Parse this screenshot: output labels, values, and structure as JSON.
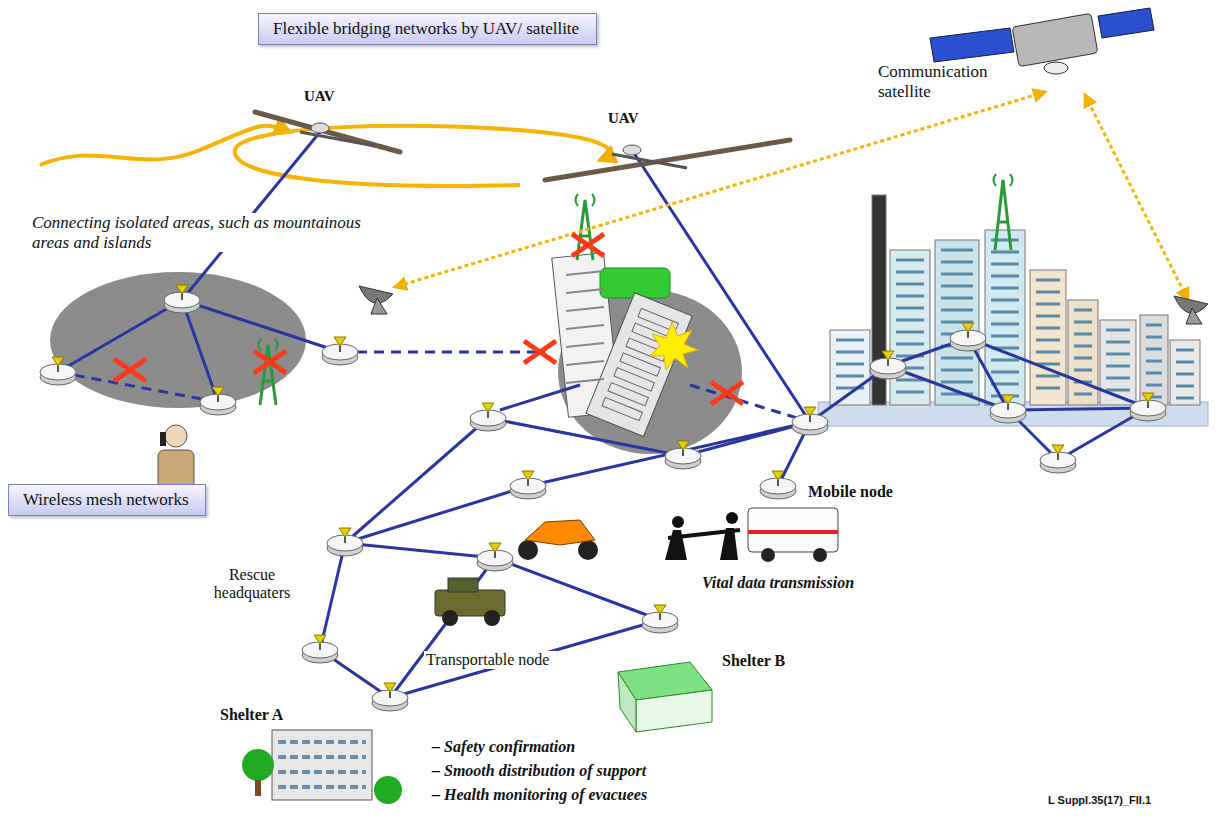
{
  "diagram": {
    "nodes": [
      {
        "text": [
          "Flexible bridging networks by UAV/ satellite"
        ]
      },
      {
        "text": [
          "Wireless mesh networks"
        ]
      }
    ],
    "edges": [],
    "labels": [
      "UAV",
      "UAV",
      "Communication satellite",
      "Connecting isolated areas, such as mountainous areas and islands",
      "Mobile node",
      "Vital data transmission",
      "Rescue headquaters",
      "Transportable node",
      "Shelter B",
      "Shelter A",
      "– Safety confirmation",
      "– Smooth distribution of support",
      "– Health monitoring of evacuees",
      "L Suppl.35(17)_FII.1"
    ]
  }
}
